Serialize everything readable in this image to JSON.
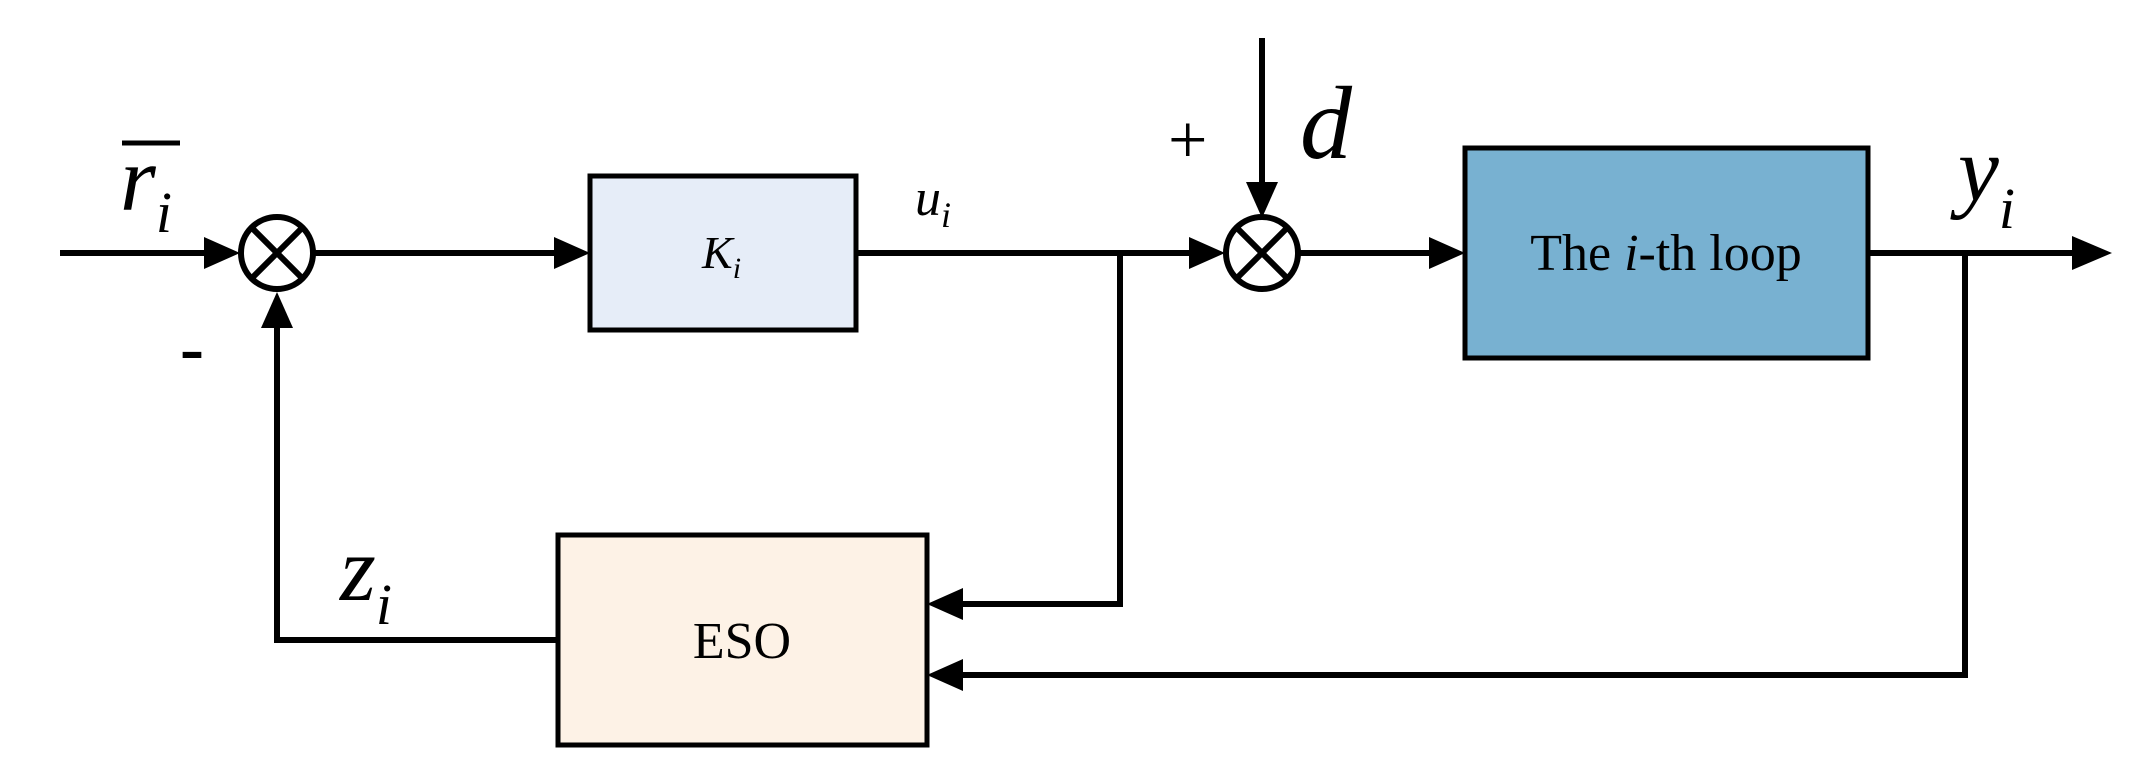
{
  "diagram": {
    "input_label": {
      "main": "r",
      "sub": "i"
    },
    "sum1": {
      "minus_sign": "-"
    },
    "controller": {
      "main": "K",
      "sub": "i"
    },
    "control_signal": {
      "main": "u",
      "sub": "i"
    },
    "sum2": {
      "plus_sign": "+"
    },
    "disturbance": "d",
    "plant": {
      "pre": "The ",
      "italic": "i",
      "post": "-th loop"
    },
    "output_label": {
      "main": "y",
      "sub": "i"
    },
    "observer": {
      "label": "ESO"
    },
    "observer_output": {
      "main": "z",
      "sub": "i"
    }
  },
  "colors": {
    "controller_fill": "#E6EDF8",
    "plant_fill": "#78B1D1",
    "observer_fill": "#FDF2E6",
    "line": "#000000"
  }
}
